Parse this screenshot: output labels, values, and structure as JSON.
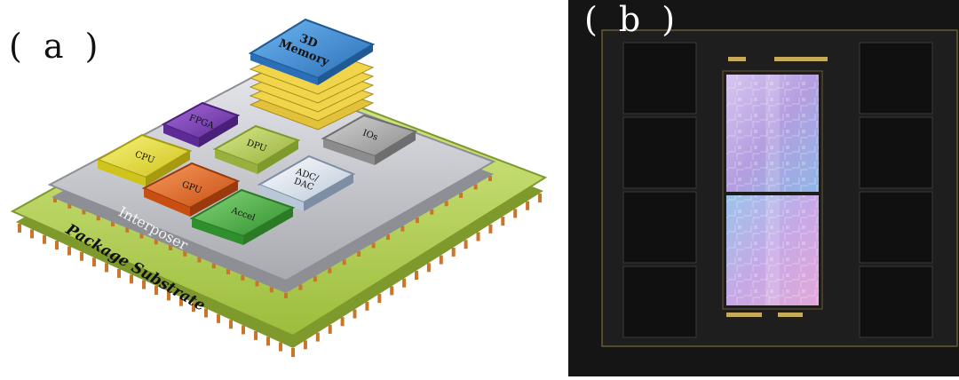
{
  "panel_a": {
    "label": "( a )",
    "substrate_label": "Package Substrate",
    "interposer_label": "Interposer",
    "chiplets": {
      "memory": "3D Memory",
      "fpga": "FPGA",
      "dpu": "DPU",
      "ios": "IOs",
      "cpu": "CPU",
      "gpu": "GPU",
      "adc_dac": "ADC/ DAC",
      "accel": "Accel"
    },
    "colors": {
      "substrate": "#b7d65a",
      "interposer": "#c4c6cc",
      "memory": "#3f8fd8",
      "fpga": "#7b3fb8",
      "dpu": "#b9cf5c",
      "ios": "#a9a9a9",
      "cpu": "#e6e03b",
      "gpu": "#e86a25",
      "adc_dac": "#e8eef6",
      "accel": "#4fb34a",
      "stack": "#f0d44a"
    }
  },
  "panel_b": {
    "label": "( b )",
    "colors": {
      "background": "#151515",
      "die_top": "#c9a8e8",
      "die_bottom": "#9fc8e8"
    }
  }
}
